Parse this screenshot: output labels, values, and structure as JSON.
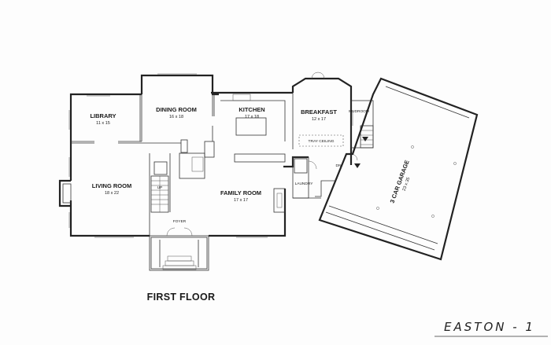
{
  "plan": {
    "title": "FIRST FLOOR",
    "plan_name": "EASTON - 1"
  },
  "rooms": {
    "library": {
      "name": "LIBRARY",
      "size": "11 x 15"
    },
    "dining_room": {
      "name": "DINING ROOM",
      "size": "16 x 18"
    },
    "kitchen": {
      "name": "KITCHEN",
      "size": "17 x 18"
    },
    "breakfast": {
      "name": "BREAKFAST",
      "size": "12 x 17"
    },
    "living_room": {
      "name": "LIVING ROOM",
      "size": "18 x 22"
    },
    "family_room": {
      "name": "FAMILY ROOM",
      "size": "17 x 17"
    },
    "garage": {
      "name": "3 CAR GARAGE",
      "size": "23 x 35"
    }
  },
  "labels": {
    "tray_ceiling": "TRAY CEILING",
    "mudroom": "MUDROOM",
    "laundry": "LAUNDRY",
    "foyer": "FOYER",
    "dn": "DN",
    "up": "UP"
  }
}
